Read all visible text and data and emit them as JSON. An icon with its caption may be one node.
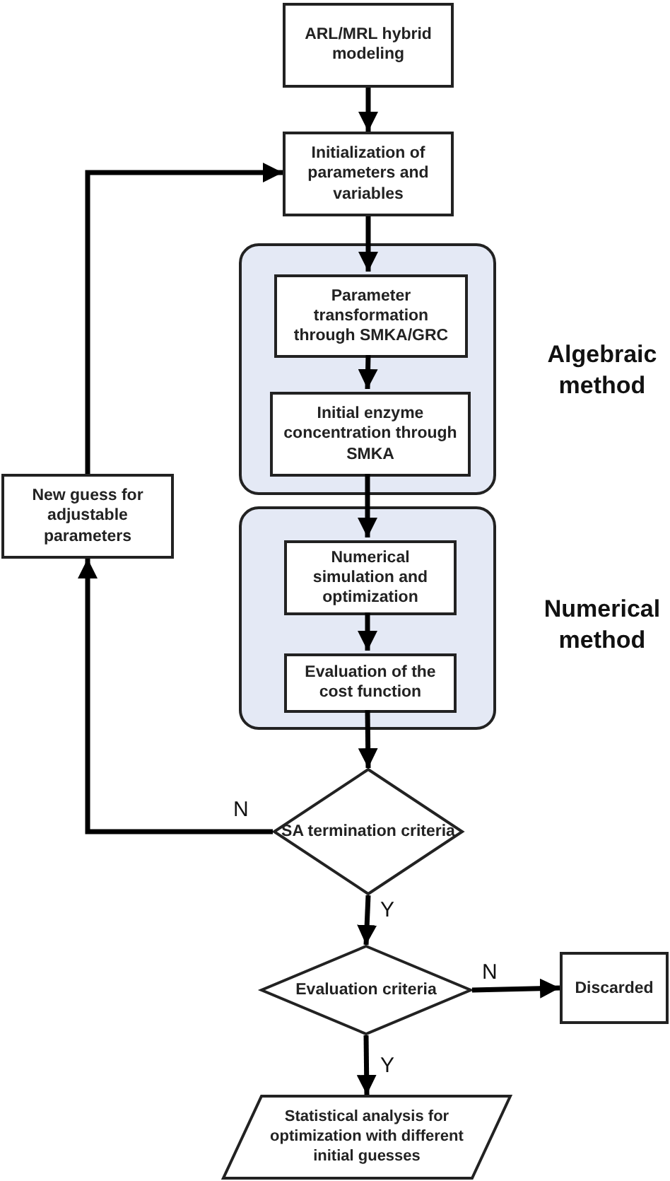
{
  "diagram": {
    "nodes": [
      {
        "text": [
          "ARL/MRL hybrid modeling"
        ]
      },
      {
        "text": [
          "Initialization of parameters and variables"
        ]
      },
      {
        "text": [
          "Algebraic method"
        ]
      },
      {
        "text": [
          "Parameter transformation through SMKA/GRC"
        ],
        "in": 2
      },
      {
        "text": [
          "Initial enzyme concentration through SMKA"
        ],
        "in": 2
      },
      {
        "text": [
          "New guess for adjustable parameters"
        ]
      },
      {
        "text": [
          "Numerical method"
        ]
      },
      {
        "text": [
          "Numerical simulation and optimization"
        ],
        "in": 6
      },
      {
        "text": [
          "Evaluation of the cost function"
        ],
        "in": 6
      },
      {
        "text": [
          "SA termination criteria"
        ]
      },
      {
        "text": [
          "Evaluation criteria"
        ]
      },
      {
        "text": [
          "Discarded"
        ]
      },
      {
        "text": [
          "Statistical analysis for optimization with different initial guesses"
        ]
      }
    ],
    "edges": [
      {
        "from": 0,
        "to": 1,
        "arrow": "to"
      },
      {
        "from": 1,
        "to": 3,
        "arrow": "to"
      },
      {
        "from": 3,
        "to": 4,
        "arrow": "to"
      },
      {
        "from": 4,
        "to": 7,
        "arrow": "to"
      },
      {
        "from": 7,
        "to": 8,
        "arrow": "to"
      },
      {
        "from": 8,
        "to": 9,
        "arrow": "to"
      },
      {
        "from": 9,
        "to": 5,
        "arrow": "to",
        "label": "N"
      },
      {
        "from": 5,
        "to": 1,
        "arrow": "to"
      },
      {
        "from": 9,
        "to": 10,
        "arrow": "to",
        "label": "Y"
      },
      {
        "from": 10,
        "to": 11,
        "arrow": "to",
        "label": "N"
      },
      {
        "from": 10,
        "to": 12,
        "arrow": "to",
        "label": "Y"
      }
    ]
  }
}
